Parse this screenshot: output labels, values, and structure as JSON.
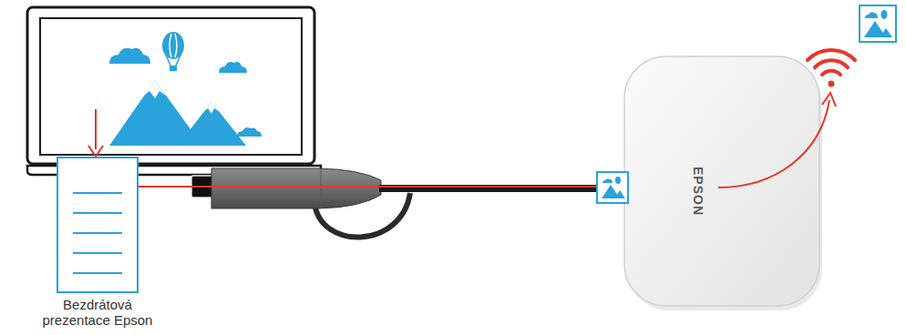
{
  "diagram": {
    "nodes": [
      {
        "text": [
          "Bezdrátová prezentace Epson"
        ]
      },
      {
        "text": [
          "EPSON"
        ]
      }
    ],
    "edges": [
      {
        "from": 0,
        "to": 1,
        "arrow": "none"
      }
    ]
  }
}
